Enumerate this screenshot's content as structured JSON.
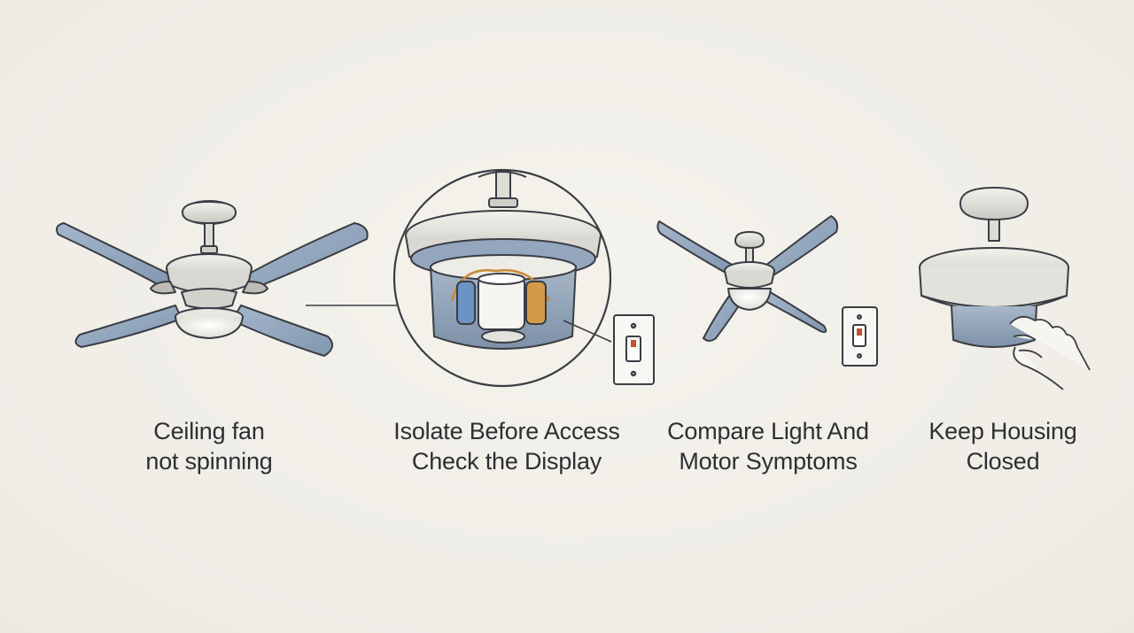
{
  "panels": [
    {
      "id": "ceiling-fan",
      "caption": [
        "Ceiling fan",
        "not spinning"
      ]
    },
    {
      "id": "isolate",
      "caption": [
        "Isolate Before Access",
        "Check the Display"
      ]
    },
    {
      "id": "compare",
      "caption": [
        "Compare Light And",
        "Motor Symptoms"
      ]
    },
    {
      "id": "housing",
      "caption": [
        "Keep Housing",
        "Closed"
      ]
    }
  ],
  "colors": {
    "background": "#f1efe8",
    "blade": "#93a6bd",
    "ink": "#3a3d44",
    "metal": "#e4e3de",
    "capacitor_blue": "#6d93c4",
    "capacitor_orange": "#d59a45",
    "switch_accent": "#c2522a"
  }
}
